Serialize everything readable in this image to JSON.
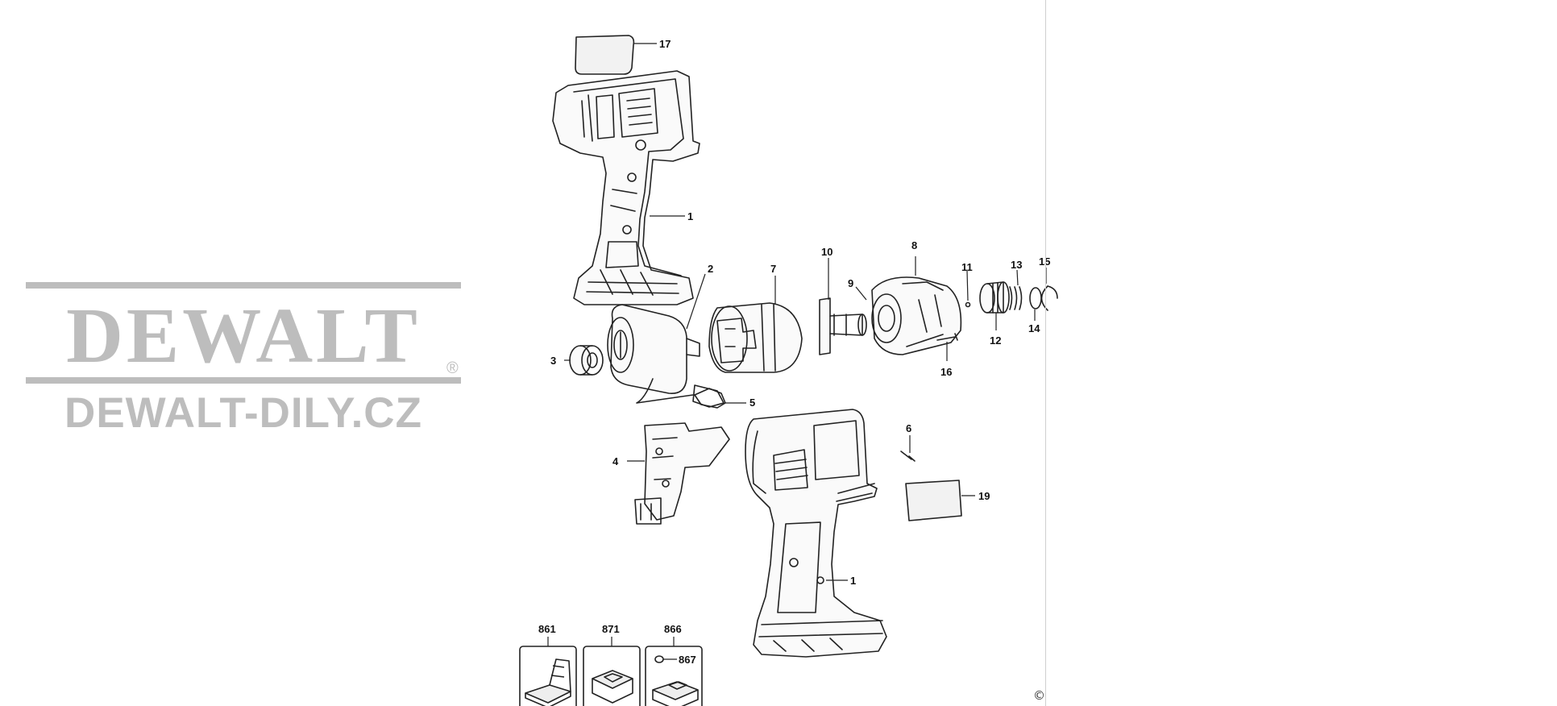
{
  "brand": {
    "logo_text": "DEWALT",
    "registered_mark": "®",
    "website": "DEWALT-DILY.CZ"
  },
  "diagram": {
    "part_numbers": [
      "17",
      "1",
      "2",
      "7",
      "10",
      "8",
      "9",
      "11",
      "13",
      "15",
      "3",
      "5",
      "12",
      "14",
      "16",
      "4",
      "6",
      "19",
      "1",
      "861",
      "871",
      "866",
      "867"
    ],
    "copyright": "©"
  },
  "icons": [
    "dewalt-logo",
    "drill-housing-left",
    "drill-housing-right",
    "motor",
    "gearbox",
    "anvil",
    "nose-housing",
    "trigger-switch",
    "battery-pack",
    "charger",
    "carry-case",
    "lamp-bulb"
  ]
}
